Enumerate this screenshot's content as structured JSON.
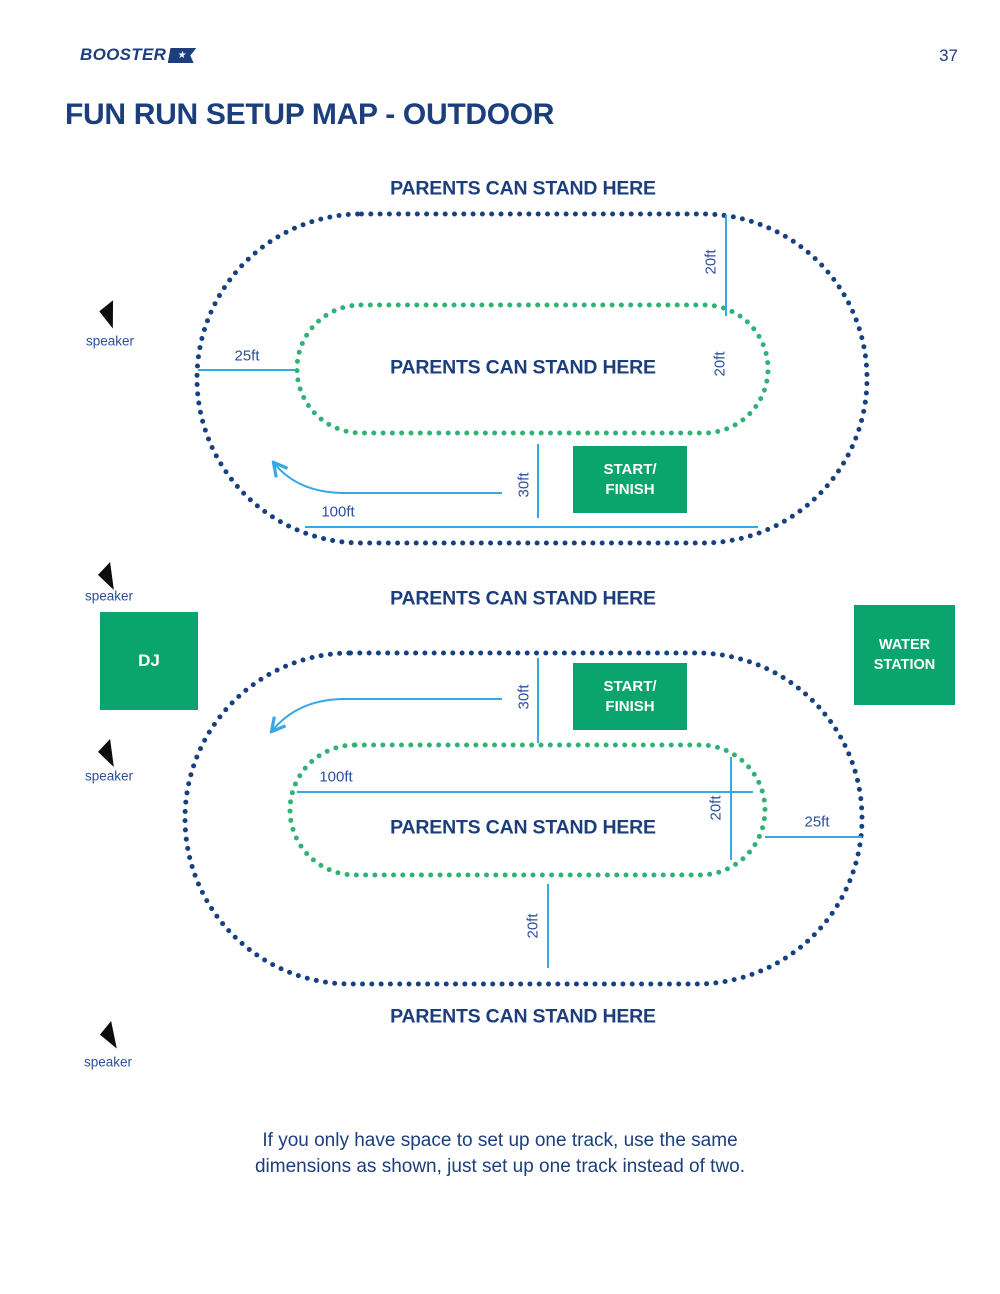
{
  "page": {
    "logo_text": "BOOSTER",
    "number": "37"
  },
  "title": "FUN RUN SETUP MAP - OUTDOOR",
  "colors": {
    "navy": "#1c3e7c",
    "navy_dots": "#16407f",
    "green_dots": "#30b277",
    "green_box": "#0aa46e",
    "dimension_line_blue": "#38a8e3",
    "speaker_black": "#0d0d0d"
  },
  "diagram_top": {
    "heading": "PARENTS CAN STAND HERE",
    "infield_label": "PARENTS CAN STAND HERE",
    "dim_25ft": "25ft",
    "dim_20ft_gap": "20ft",
    "dim_20ft_infield": "20ft",
    "dim_30ft": "30ft",
    "dim_100ft": "100ft",
    "start_finish": {
      "line1": "START/",
      "line2": "FINISH"
    }
  },
  "diagram_bottom": {
    "heading": "PARENTS CAN STAND HERE",
    "infield_label": "PARENTS CAN STAND HERE",
    "outside_label": "PARENTS CAN STAND HERE",
    "dim_30ft": "30ft",
    "dim_100ft": "100ft",
    "dim_20ft_infield": "20ft",
    "dim_25ft": "25ft",
    "dim_20ft_gap": "20ft",
    "start_finish": {
      "line1": "START/",
      "line2": "FINISH"
    }
  },
  "side": {
    "speaker_label": "speaker",
    "dj_label": "DJ",
    "water_station": {
      "line1": "WATER",
      "line2": "STATION"
    }
  },
  "footer": {
    "line1": "If you only have space to set up one track, use the same",
    "line2": "dimensions as shown, just set up one track instead of two."
  }
}
